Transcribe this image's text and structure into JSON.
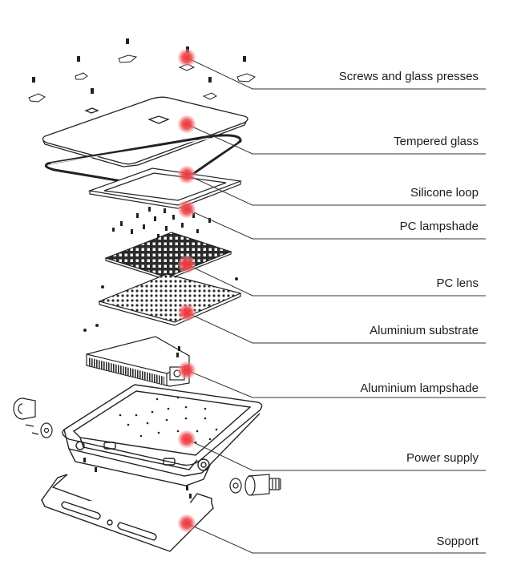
{
  "components": [
    {
      "id": "screws",
      "label": "Screws and glass presses"
    },
    {
      "id": "glass",
      "label": "Tempered glass"
    },
    {
      "id": "silicone",
      "label": "Silicone loop"
    },
    {
      "id": "pc-shade",
      "label": "PC lampshade"
    },
    {
      "id": "pc-lens",
      "label": "PC lens"
    },
    {
      "id": "substrate",
      "label": "Aluminium substrate"
    },
    {
      "id": "alu-shade",
      "label": "Aluminium lampshade"
    },
    {
      "id": "power",
      "label": "Power supply"
    },
    {
      "id": "support",
      "label": "Sopport"
    }
  ],
  "colors": {
    "marker": "#e8343a",
    "leader": "#333333",
    "part_stroke": "#222222"
  }
}
